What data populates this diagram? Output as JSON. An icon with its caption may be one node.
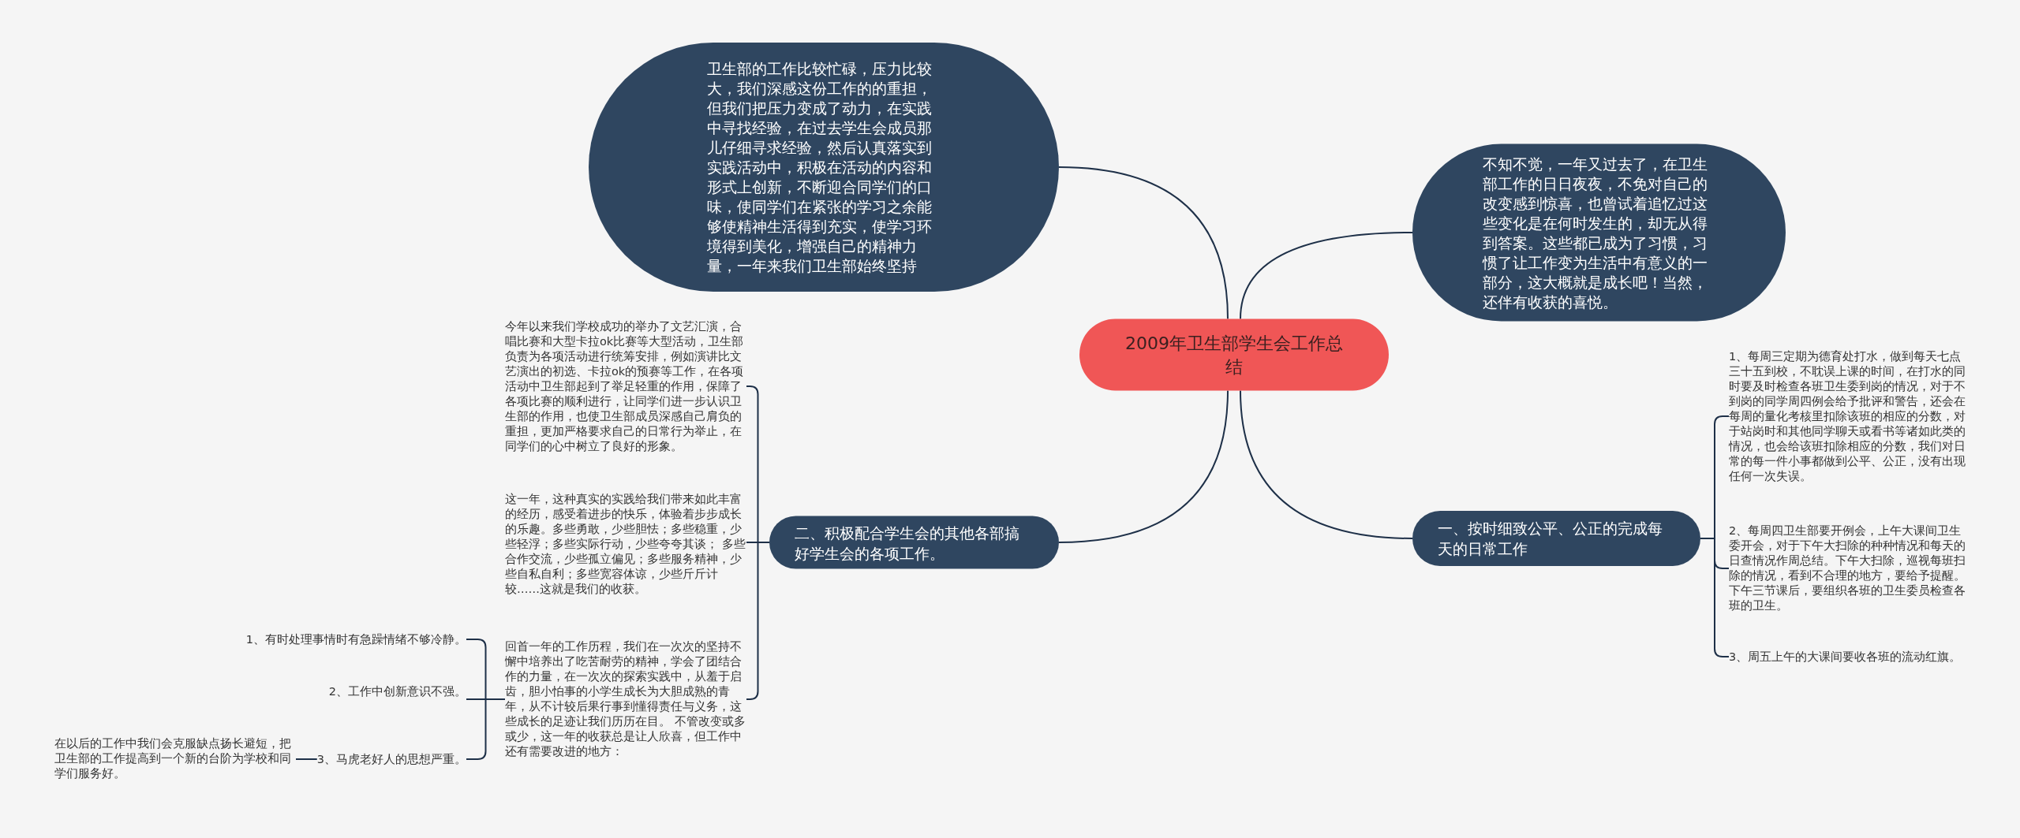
{
  "diagram": {
    "nodes": [
      {
        "text": [
          "2009年卫生部学生会工作总结"
        ]
      },
      {
        "text": [
          "卫生部的工作比较忙碌，压力比较大，我们深感这份工作的的重担，但我们把压力变成了动力，在实践中寻找经验，在过去学生会成员那儿仔细寻求经验，然后认真落实到实践活动中，积极在活动的内容和形式上创新，不断迎合同学们的口味，使同学们在紧张的学习之余能够使精神生活得到充实，使学习环境得到美化，增强自己的精神力量，一年来我们卫生部始终坚持"
        ]
      },
      {
        "text": [
          "不知不觉，一年又过去了，在卫生部工作的日日夜夜，不免对自己的改变感到惊喜，也曾试着追忆过这些变化是在何时发生的，却无从得到答案。这些都已成为了习惯，习惯了让工作变为生活中有意义的一部分，这大概就是成长吧！当然，还伴有收获的喜悦。"
        ]
      },
      {
        "text": [
          "二、积极配合学生会的其他各部搞好学生会的各项工作。"
        ]
      },
      {
        "text": [
          "今年以来我们学校成功的举办了文艺汇演，合唱比赛和大型卡拉ok比赛等大型活动，卫生部负责为各项活动进行统筹安排，例如演讲比文艺演出的初选、卡拉ok的预赛等工作，在各项活动中卫生部起到了举足轻重的作用，保障了各项比赛的顺利进行，让同学们进一步认识卫生部的作用，也使卫生部成员深感自己肩负的重担，更加严格要求自己的日常行为举止，在同学们的心中树立了良好的形象。"
        ]
      },
      {
        "text": [
          "这一年，这种真实的实践给我们带来如此丰富的经历，感受着进步的快乐，体验着步步成长的乐趣。多些勇敢，少些胆怯；多些稳重，少些轻浮；多些实际行动，少些夸夸其谈； 多些合作交流，少些孤立偏见；多些服务精神，少些自私自利；多些宽容体谅，少些斤斤计较……这就是我们的收获。"
        ]
      },
      {
        "text": [
          "回首一年的工作历程，我们在一次次的坚持不懈中培养出了吃苦耐劳的精神，学会了团结合作的力量，在一次次的探索实践中，从羞于启齿，胆小怕事的小学生成长为大胆成熟的青年，从不计较后果行事到懂得责任与义务，这些成长的足迹让我们历历在目。 不管改变或多或少，这一年的收获总是让人欣喜，但工作中还有需要改进的地方："
        ]
      },
      {
        "text": [
          "1、有时处理事情时有急躁情绪不够冷静。"
        ]
      },
      {
        "text": [
          "2、工作中创新意识不强。"
        ]
      },
      {
        "text": [
          "3、马虎老好人的思想严重。"
        ]
      },
      {
        "text": [
          "在以后的工作中我们会克服缺点扬长避短，把卫生部的工作提高到一个新的台阶为学校和同学们服务好。"
        ]
      },
      {
        "text": [
          "一、按时细致公平、公正的完成每天的日常工作"
        ]
      },
      {
        "text": [
          "1、每周三定期为德育处打水，做到每天七点三十五到校，不耽误上课的时间，在打水的同时要及时检查各班卫生委到岗的情况，对于不到岗的同学周四例会给予批评和警告，还会在每周的量化考核里扣除该班的相应的分数，对于站岗时和其他同学聊天或看书等诸如此类的情况，也会给该班扣除相应的分数，我们对日常的每一件小事都做到公平、公正，没有出现任何一次失误。"
        ]
      },
      {
        "text": [
          "2、每周四卫生部要开例会，上午大课间卫生委开会，对于下午大扫除的种种情况和每天的日查情况作周总结。下午大扫除，巡视每班扫除的情况，看到不合理的地方，要给予提醒。下午三节课后，要组织各班的卫生委员检查各班的卫生。"
        ]
      },
      {
        "text": [
          "3、周五上午的大课间要收各班的流动红旗。"
        ]
      }
    ],
    "edges": [
      {
        "from": 0,
        "to": 1,
        "arrow": "none"
      },
      {
        "from": 0,
        "to": 2,
        "arrow": "none"
      },
      {
        "from": 0,
        "to": 3,
        "arrow": "none"
      },
      {
        "from": 0,
        "to": 11,
        "arrow": "none"
      },
      {
        "from": 3,
        "to": 4,
        "arrow": "none"
      },
      {
        "from": 3,
        "to": 5,
        "arrow": "none"
      },
      {
        "from": 3,
        "to": 6,
        "arrow": "none"
      },
      {
        "from": 6,
        "to": 7,
        "arrow": "none"
      },
      {
        "from": 6,
        "to": 8,
        "arrow": "none"
      },
      {
        "from": 6,
        "to": 9,
        "arrow": "none"
      },
      {
        "from": 9,
        "to": 10,
        "arrow": "none"
      },
      {
        "from": 11,
        "to": 12,
        "arrow": "none"
      },
      {
        "from": 11,
        "to": 13,
        "arrow": "none"
      },
      {
        "from": 11,
        "to": 14,
        "arrow": "none"
      }
    ]
  }
}
